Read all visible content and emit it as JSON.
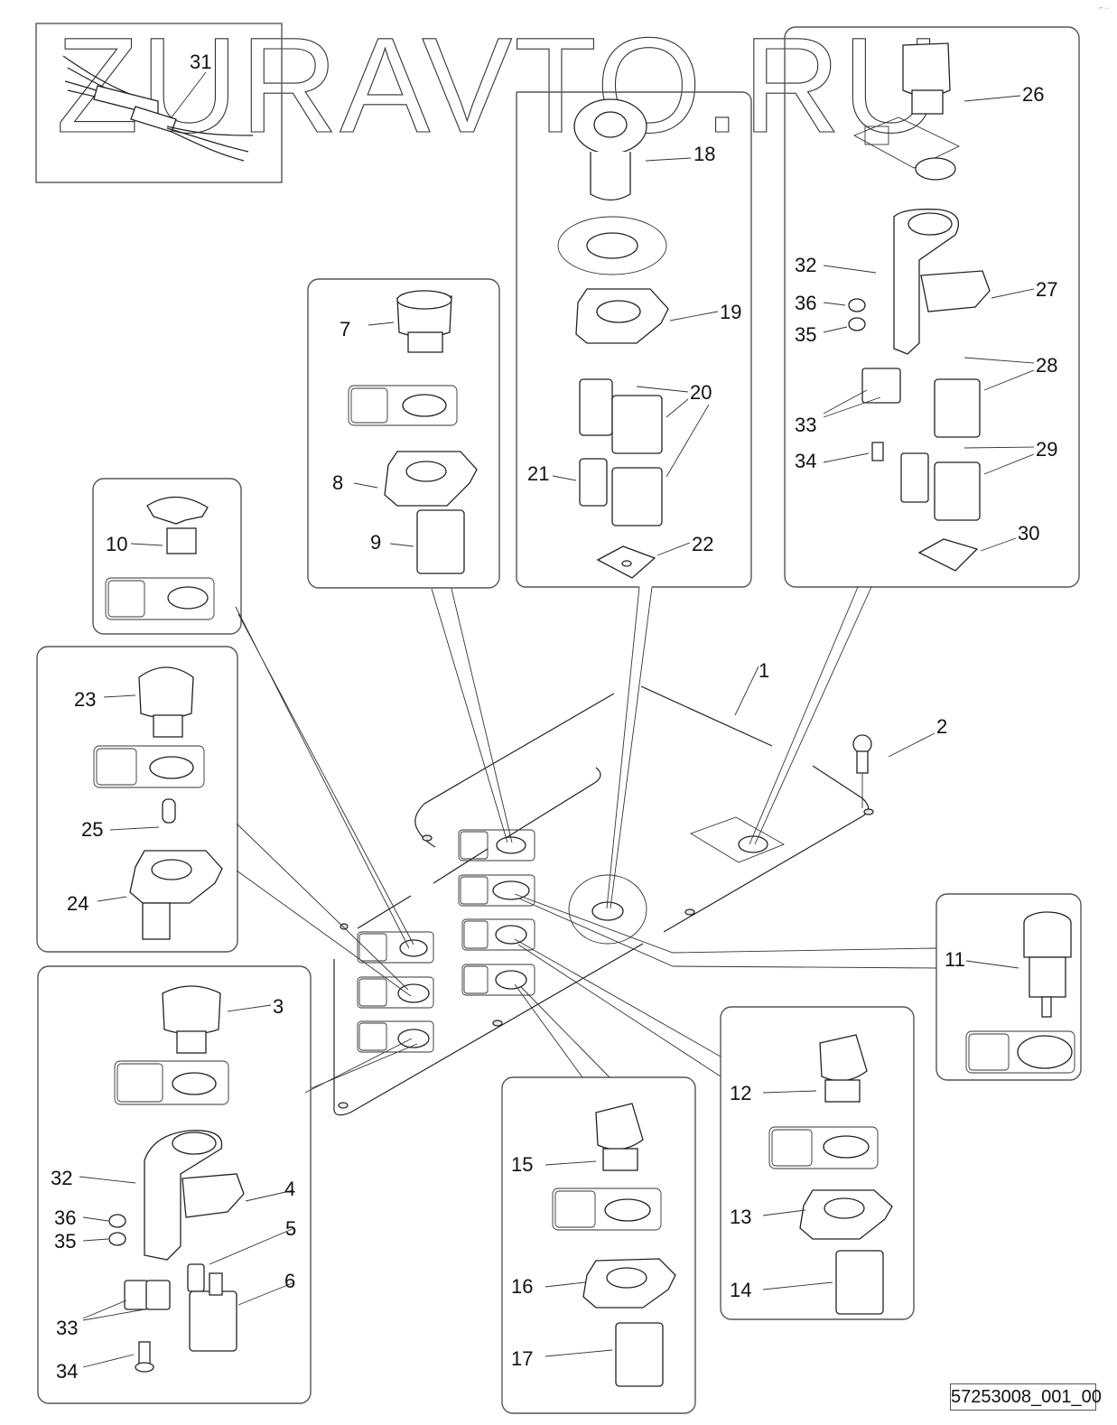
{
  "watermark": "ZURAVTO.RU",
  "document_id": "57253008_001_00",
  "corner_mark": "⌐ ∙∙∙",
  "callouts": {
    "c1": "1",
    "c2": "2",
    "c3": "3",
    "c4": "4",
    "c5": "5",
    "c6": "6",
    "c7": "7",
    "c8": "8",
    "c9": "9",
    "c10": "10",
    "c11": "11",
    "c12": "12",
    "c13": "13",
    "c14": "14",
    "c15": "15",
    "c16": "16",
    "c17": "17",
    "c18": "18",
    "c19": "19",
    "c20": "20",
    "c21": "21",
    "c22": "22",
    "c23": "23",
    "c24": "24",
    "c25": "25",
    "c26": "26",
    "c27": "27",
    "c28": "28",
    "c29": "29",
    "c30": "30",
    "c31": "31",
    "c32a": "32",
    "c32b": "32",
    "c33a": "33",
    "c33b": "33",
    "c34a": "34",
    "c34b": "34",
    "c35a": "35",
    "c35b": "35",
    "c36a": "36",
    "c36b": "36"
  },
  "groups": [
    {
      "id": "cable-harness",
      "parts": [
        "31"
      ]
    },
    {
      "id": "emergency-stop",
      "parts": [
        "18",
        "19",
        "20",
        "21",
        "22"
      ]
    },
    {
      "id": "key-selector",
      "parts": [
        "26",
        "27",
        "28",
        "29",
        "30",
        "32",
        "33",
        "34",
        "35",
        "36"
      ]
    },
    {
      "id": "pushbutton-horn",
      "parts": [
        "7",
        "8",
        "9"
      ]
    },
    {
      "id": "mushroom-pilot",
      "parts": [
        "10"
      ]
    },
    {
      "id": "indicator-lamp",
      "parts": [
        "23",
        "24",
        "25"
      ]
    },
    {
      "id": "pushbutton-bracket",
      "parts": [
        "3",
        "4",
        "5",
        "6",
        "32",
        "33",
        "34",
        "35",
        "36"
      ]
    },
    {
      "id": "selector-2pos-a",
      "parts": [
        "15",
        "16",
        "17"
      ]
    },
    {
      "id": "selector-2pos-b",
      "parts": [
        "12",
        "13",
        "14"
      ]
    },
    {
      "id": "ignition-key",
      "parts": [
        "11"
      ]
    },
    {
      "id": "panel",
      "parts": [
        "1",
        "2"
      ]
    }
  ]
}
